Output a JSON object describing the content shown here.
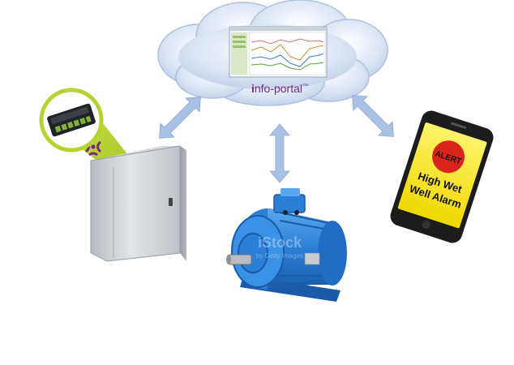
{
  "cloud": {
    "brand_prefix": "i",
    "brand_rest": "nfo-portal",
    "trademark": "™"
  },
  "phone": {
    "badge": "ALERT",
    "line1": "High Wet",
    "line2": "Well Alarm"
  },
  "watermark": {
    "line1": "iStock",
    "line2": "by Getty Images"
  },
  "colors": {
    "cloud": "#c9d6ee",
    "arrow": "#a9c1e4",
    "brand_purple": "#7b2a83",
    "motor_blue": "#2a7fd6",
    "phone_screen": "#f5e900",
    "alert_red": "#d9241b",
    "cabinet": "#c9ccd0",
    "spotlight": "#b7d231"
  },
  "icons": [
    "cloud-icon",
    "two-way-arrow-icon",
    "controller-logo-icon",
    "motor-icon",
    "phone-icon",
    "control-cabinet-icon"
  ]
}
